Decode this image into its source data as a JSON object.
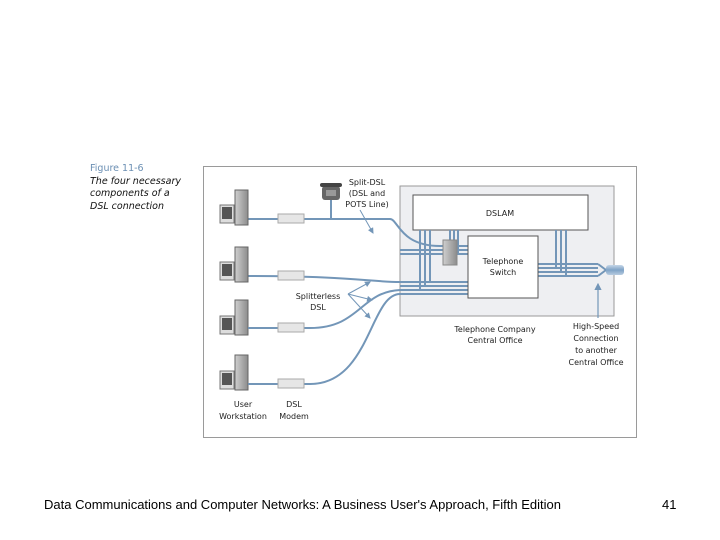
{
  "figure": {
    "number": "Figure 11-6",
    "description_lines": [
      "The four necessary",
      "components of a",
      "DSL connection"
    ]
  },
  "diagram": {
    "labels": {
      "split_dsl": [
        "Split-DSL",
        "(DSL and",
        "POTS Line)"
      ],
      "splitterless": [
        "Splitterless",
        "DSL"
      ],
      "dslam": "DSLAM",
      "telephone_switch": [
        "Telephone",
        "Switch"
      ],
      "central_office": [
        "Telephone Company",
        "Central Office"
      ],
      "high_speed": [
        "High-Speed",
        "Connection",
        "to another",
        "Central Office"
      ],
      "user_workstation": [
        "User",
        "Workstation"
      ],
      "dsl_modem": [
        "DSL",
        "Modem"
      ]
    },
    "line_color": "#7396b8"
  },
  "footer": {
    "text": "Data Communications and Computer Networks: A Business User's Approach, Fifth Edition",
    "page_number": "41"
  }
}
